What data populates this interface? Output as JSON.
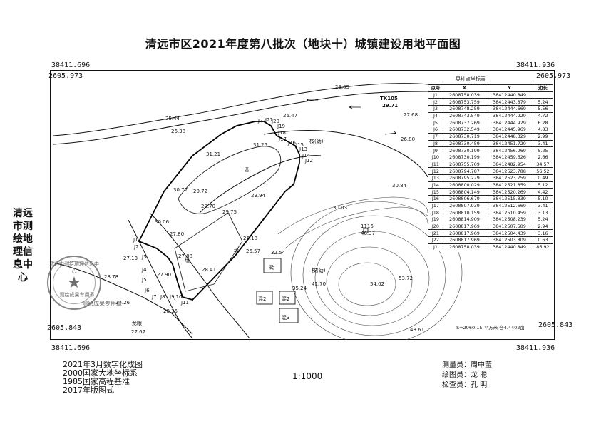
{
  "title": "清远市区2021年度第八批次（地块十）城镇建设用地平面图",
  "corners": {
    "top_left_x": "38411.696",
    "top_left_y": "2605.973",
    "top_right_x": "38411.936",
    "top_right_y": "2605.973",
    "bottom_left_x": "38411.696",
    "bottom_left_y": "2605.843",
    "bottom_right_x": "38411.936",
    "bottom_right_y": "2605.843"
  },
  "vertical_org": "清远市测绘地理信息中心",
  "stamp": {
    "arc_text": "清远市测绘地理信息中心",
    "center_text": "测绘成果专用章",
    "tail_text": "测绘成果专用章"
  },
  "notes": [
    "2021年3月数字化成图",
    "2000国家大地坐标系",
    "1985国家高程基准",
    "2017年版图式"
  ],
  "scale": "1:1000",
  "staff": [
    "测量员：周中莹",
    "绘图员：龙  聪",
    "检查员：孔  明"
  ],
  "table": {
    "title": "界址点坐标表",
    "headers": [
      "点号",
      "X",
      "Y",
      "边长"
    ],
    "rows": [
      [
        "J1",
        "2608758.039",
        "38412440.849",
        ""
      ],
      [
        "J2",
        "2608753.759",
        "38412443.879",
        "5.24"
      ],
      [
        "J3",
        "2608748.259",
        "38412444.669",
        "5.56"
      ],
      [
        "J4",
        "2608743.549",
        "38412444.929",
        "4.72"
      ],
      [
        "J5",
        "2608737.269",
        "38412444.929",
        "6.28"
      ],
      [
        "J6",
        "2608732.549",
        "38412445.969",
        "4.83"
      ],
      [
        "J7",
        "2608730.719",
        "38412448.329",
        "2.99"
      ],
      [
        "J8",
        "2608730.459",
        "38412451.729",
        "3.41"
      ],
      [
        "J9",
        "2608730.199",
        "38412456.969",
        "5.25"
      ],
      [
        "J10",
        "2608730.199",
        "38412459.626",
        "2.66"
      ],
      [
        "J11",
        "2608755.709",
        "38412482.954",
        "34.57"
      ],
      [
        "J12",
        "2608794.787",
        "38412523.788",
        "56.52"
      ],
      [
        "J13",
        "2608795.279",
        "38412523.759",
        "0.49"
      ],
      [
        "J14",
        "2608800.029",
        "38412521.859",
        "5.12"
      ],
      [
        "J15",
        "2608804.149",
        "38412520.269",
        "4.42"
      ],
      [
        "J16",
        "2608806.679",
        "38412515.839",
        "5.10"
      ],
      [
        "J17",
        "2608807.939",
        "38412512.669",
        "3.41"
      ],
      [
        "J18",
        "2608810.159",
        "38412510.459",
        "3.13"
      ],
      [
        "J19",
        "2608814.909",
        "38412508.239",
        "5.24"
      ],
      [
        "J20",
        "2608817.969",
        "38412507.589",
        "2.94"
      ],
      [
        "J21",
        "2608817.969",
        "38412504.439",
        "3.16"
      ],
      [
        "J22",
        "2608817.969",
        "38412503.809",
        "0.63"
      ],
      [
        "J1",
        "2608758.039",
        "38412440.849",
        "86.92"
      ]
    ],
    "footer": "S=2960.15 平方米 合4.4402亩"
  },
  "map": {
    "tk": "TK105",
    "tk_elev": "29.71",
    "elevations": [
      "25.44",
      "26.47",
      "26.38",
      "27.68",
      "26.80",
      "31.25",
      "31.21",
      "29.72",
      "30.77",
      "29.94",
      "29.70",
      "29.75",
      "30.84",
      "30.03",
      "30.06",
      "27.80",
      "26.18",
      "27.13",
      "27.88",
      "26.57",
      "32.54",
      "28.78",
      "27.90",
      "28.41",
      "27.26",
      "28.35",
      "27.67",
      "53.72",
      "54.02",
      "41.70",
      "35.24",
      "29.05",
      "48.61"
    ],
    "point_1116": "1116",
    "point_1116_elev": "46.37",
    "labels": {
      "qiang1": "墙",
      "qiang2": "墙",
      "qiang3": "墙",
      "jiao1": "桉(幼)",
      "jiao2": "桉(幼)",
      "longyan": "龙眼",
      "zhuan": "砖",
      "hun2a": "混2",
      "hun2b": "混2",
      "hun3": "混3"
    },
    "point_ids": [
      "J1",
      "J2",
      "J3",
      "J4",
      "J5",
      "J6",
      "J7",
      "J8",
      "J9J10",
      "J11",
      "J12",
      "J13",
      "J14",
      "J15",
      "J16",
      "J17",
      "J18",
      "J19",
      "J20",
      "J21",
      "J22"
    ]
  }
}
